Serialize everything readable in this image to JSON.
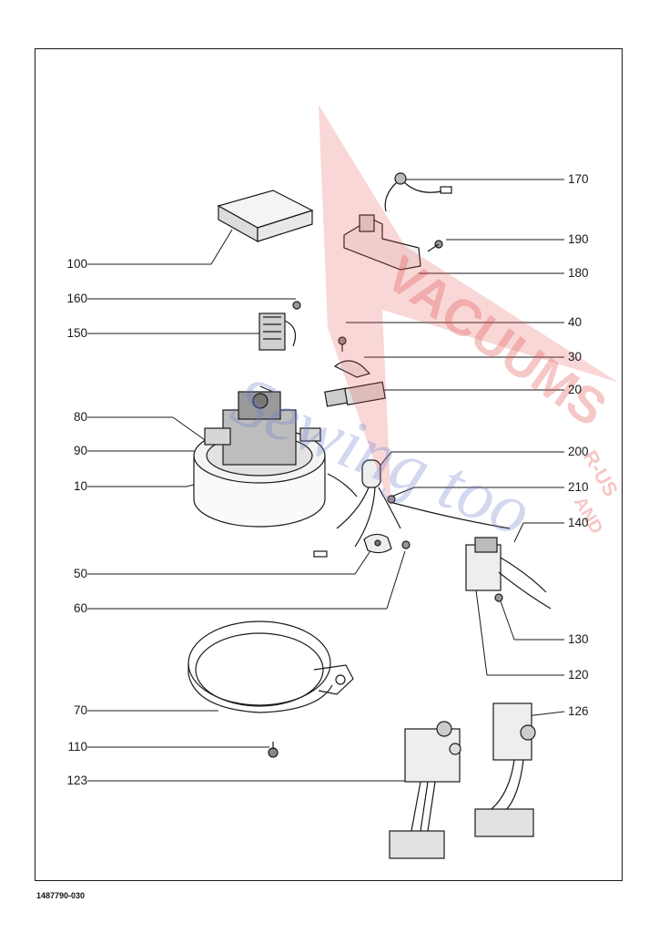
{
  "document_number": "1487790-030",
  "callouts": {
    "c10": "10",
    "c20": "20",
    "c30": "30",
    "c40": "40",
    "c50": "50",
    "c60": "60",
    "c70": "70",
    "c80": "80",
    "c90": "90",
    "c100": "100",
    "c110": "110",
    "c120": "120",
    "c123": "123",
    "c126": "126",
    "c130": "130",
    "c140": "140",
    "c150": "150",
    "c160": "160",
    "c170": "170",
    "c180": "180",
    "c190": "190",
    "c200": "200",
    "c210": "210"
  },
  "watermark": {
    "line1": "VACUUMS",
    "line2": "R-US",
    "line3": "AND",
    "line4": "Sewing too",
    "color_red": "#e24a4a",
    "color_blue": "#6f7fd0"
  }
}
